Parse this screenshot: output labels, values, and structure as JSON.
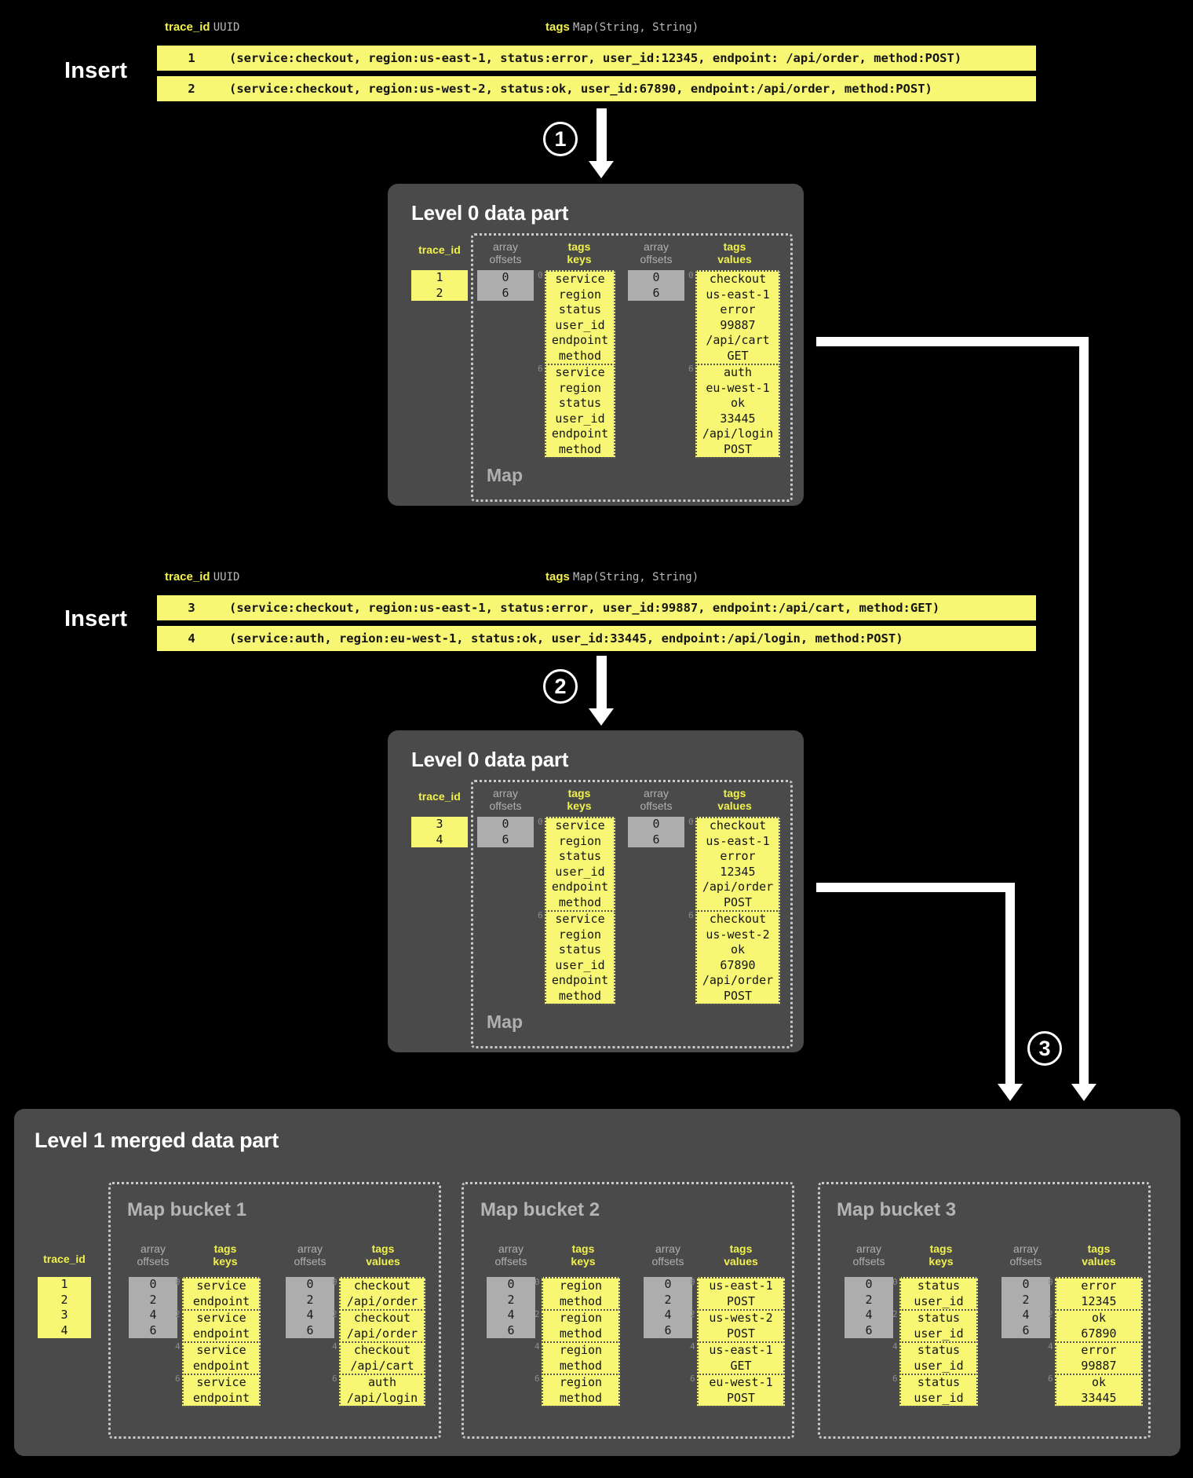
{
  "colors": {
    "highlight": "#f7f773",
    "panel": "#4a4a4a",
    "offsets": "#adadad",
    "background": "#000000",
    "accentText": "#f2f24d"
  },
  "inserts": [
    {
      "label": "Insert",
      "step": "1",
      "columns": {
        "id_name": "trace_id",
        "id_type": "UUID",
        "tags_name": "tags",
        "tags_type": "Map(String, String)"
      },
      "rows": [
        {
          "id": "1",
          "tags": "(service:checkout, region:us-east-1, status:error, user_id:12345, endpoint: /api/order, method:POST)"
        },
        {
          "id": "2",
          "tags": "(service:checkout, region:us-west-2, status:ok, user_id:67890, endpoint:/api/order, method:POST)"
        }
      ]
    },
    {
      "label": "Insert",
      "step": "2",
      "columns": {
        "id_name": "trace_id",
        "id_type": "UUID",
        "tags_name": "tags",
        "tags_type": "Map(String, String)"
      },
      "rows": [
        {
          "id": "3",
          "tags": "(service:checkout, region:us-east-1, status:error, user_id:99887, endpoint:/api/cart, method:GET)"
        },
        {
          "id": "4",
          "tags": "(service:auth, region:eu-west-1, status:ok, user_id:33445, endpoint:/api/login, method:POST)"
        }
      ]
    }
  ],
  "level0_parts": [
    {
      "title": "Level 0 data part",
      "map_label": "Map",
      "headers": {
        "trace_id": "trace_id",
        "array_offsets_l1": "array",
        "array_offsets_l2": "offsets",
        "tags_keys_l1": "tags",
        "tags_keys_l2": "keys",
        "tags_values_l1": "tags",
        "tags_values_l2": "values"
      },
      "trace_ids": [
        "1",
        "2"
      ],
      "key_offsets": [
        "0",
        "6"
      ],
      "value_offsets": [
        "0",
        "6"
      ],
      "keys_groups": [
        {
          "index": "0",
          "items": [
            "service",
            "region",
            "status",
            "user_id",
            "endpoint",
            "method"
          ]
        },
        {
          "index": "6",
          "items": [
            "service",
            "region",
            "status",
            "user_id",
            "endpoint",
            "method"
          ]
        }
      ],
      "values_groups": [
        {
          "index": "0",
          "items": [
            "checkout",
            "us-east-1",
            "error",
            "99887",
            "/api/cart",
            "GET"
          ]
        },
        {
          "index": "6",
          "items": [
            "auth",
            "eu-west-1",
            "ok",
            "33445",
            "/api/login",
            "POST"
          ]
        }
      ]
    },
    {
      "title": "Level 0 data part",
      "map_label": "Map",
      "headers": {
        "trace_id": "trace_id",
        "array_offsets_l1": "array",
        "array_offsets_l2": "offsets",
        "tags_keys_l1": "tags",
        "tags_keys_l2": "keys",
        "tags_values_l1": "tags",
        "tags_values_l2": "values"
      },
      "trace_ids": [
        "3",
        "4"
      ],
      "key_offsets": [
        "0",
        "6"
      ],
      "value_offsets": [
        "0",
        "6"
      ],
      "keys_groups": [
        {
          "index": "0",
          "items": [
            "service",
            "region",
            "status",
            "user_id",
            "endpoint",
            "method"
          ]
        },
        {
          "index": "6",
          "items": [
            "service",
            "region",
            "status",
            "user_id",
            "endpoint",
            "method"
          ]
        }
      ],
      "values_groups": [
        {
          "index": "0",
          "items": [
            "checkout",
            "us-east-1",
            "error",
            "12345",
            "/api/order",
            "POST"
          ]
        },
        {
          "index": "6",
          "items": [
            "checkout",
            "us-west-2",
            "ok",
            "67890",
            "/api/order",
            "POST"
          ]
        }
      ]
    }
  ],
  "merged": {
    "title": "Level 1 merged data part",
    "step": "3",
    "trace_id_header": "trace_id",
    "trace_ids": [
      "1",
      "2",
      "3",
      "4"
    ],
    "buckets": [
      {
        "label": "Map bucket 1",
        "headers": {
          "array_offsets_l1": "array",
          "array_offsets_l2": "offsets",
          "tags_keys_l1": "tags",
          "tags_keys_l2": "keys",
          "tags_values_l1": "tags",
          "tags_values_l2": "values"
        },
        "key_offsets": [
          "0",
          "2",
          "4",
          "6"
        ],
        "value_offsets": [
          "0",
          "2",
          "4",
          "6"
        ],
        "keys_groups": [
          {
            "index": "0",
            "items": [
              "service",
              "endpoint"
            ]
          },
          {
            "index": "2",
            "items": [
              "service",
              "endpoint"
            ]
          },
          {
            "index": "4",
            "items": [
              "service",
              "endpoint"
            ]
          },
          {
            "index": "6",
            "items": [
              "service",
              "endpoint"
            ]
          }
        ],
        "values_groups": [
          {
            "index": "0",
            "items": [
              "checkout",
              "/api/order"
            ]
          },
          {
            "index": "2",
            "items": [
              "checkout",
              "/api/order"
            ]
          },
          {
            "index": "4",
            "items": [
              "checkout",
              "/api/cart"
            ]
          },
          {
            "index": "6",
            "items": [
              "auth",
              "/api/login"
            ]
          }
        ]
      },
      {
        "label": "Map bucket 2",
        "headers": {
          "array_offsets_l1": "array",
          "array_offsets_l2": "offsets",
          "tags_keys_l1": "tags",
          "tags_keys_l2": "keys",
          "tags_values_l1": "tags",
          "tags_values_l2": "values"
        },
        "key_offsets": [
          "0",
          "2",
          "4",
          "6"
        ],
        "value_offsets": [
          "0",
          "2",
          "4",
          "6"
        ],
        "keys_groups": [
          {
            "index": "0",
            "items": [
              "region",
              "method"
            ]
          },
          {
            "index": "2",
            "items": [
              "region",
              "method"
            ]
          },
          {
            "index": "4",
            "items": [
              "region",
              "method"
            ]
          },
          {
            "index": "6",
            "items": [
              "region",
              "method"
            ]
          }
        ],
        "values_groups": [
          {
            "index": "0",
            "items": [
              "us-east-1",
              "POST"
            ]
          },
          {
            "index": "2",
            "items": [
              "us-west-2",
              "POST"
            ]
          },
          {
            "index": "4",
            "items": [
              "us-east-1",
              "GET"
            ]
          },
          {
            "index": "6",
            "items": [
              "eu-west-1",
              "POST"
            ]
          }
        ]
      },
      {
        "label": "Map bucket 3",
        "headers": {
          "array_offsets_l1": "array",
          "array_offsets_l2": "offsets",
          "tags_keys_l1": "tags",
          "tags_keys_l2": "keys",
          "tags_values_l1": "tags",
          "tags_values_l2": "values"
        },
        "key_offsets": [
          "0",
          "2",
          "4",
          "6"
        ],
        "value_offsets": [
          "0",
          "2",
          "4",
          "6"
        ],
        "keys_groups": [
          {
            "index": "0",
            "items": [
              "status",
              "user_id"
            ]
          },
          {
            "index": "2",
            "items": [
              "status",
              "user_id"
            ]
          },
          {
            "index": "4",
            "items": [
              "status",
              "user_id"
            ]
          },
          {
            "index": "6",
            "items": [
              "status",
              "user_id"
            ]
          }
        ],
        "values_groups": [
          {
            "index": "0",
            "items": [
              "error",
              "12345"
            ]
          },
          {
            "index": "2",
            "items": [
              "ok",
              "67890"
            ]
          },
          {
            "index": "4",
            "items": [
              "error",
              "99887"
            ]
          },
          {
            "index": "6",
            "items": [
              "ok",
              "33445"
            ]
          }
        ]
      }
    ]
  }
}
